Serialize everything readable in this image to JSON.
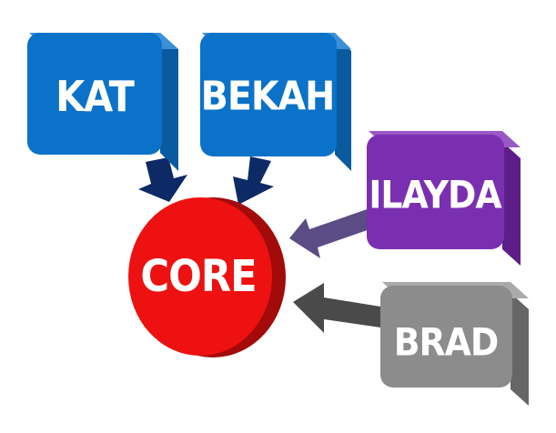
{
  "diagram": {
    "center": {
      "label": "CORE",
      "color": "#ee1111",
      "edge_color": "#a30a0a"
    },
    "nodes": [
      {
        "id": "kat",
        "label": "KAT",
        "color": "#0a72c8",
        "side_color": "#0a5aa0",
        "top_color": "#3b8fd6",
        "arrow_color": "#0d2a66"
      },
      {
        "id": "bekah",
        "label": "BEKAH",
        "color": "#0a72c8",
        "side_color": "#0a5aa0",
        "top_color": "#3b8fd6",
        "arrow_color": "#0d2a66"
      },
      {
        "id": "ilayda",
        "label": "ILAYDA",
        "color": "#7a2fb0",
        "side_color": "#5c1f8a",
        "top_color": "#9a58c6",
        "arrow_color": "#5b4c85"
      },
      {
        "id": "brad",
        "label": "BRAD",
        "color": "#8c8c8c",
        "side_color": "#666666",
        "top_color": "#aaaaaa",
        "arrow_color": "#4a4a4a"
      }
    ]
  }
}
